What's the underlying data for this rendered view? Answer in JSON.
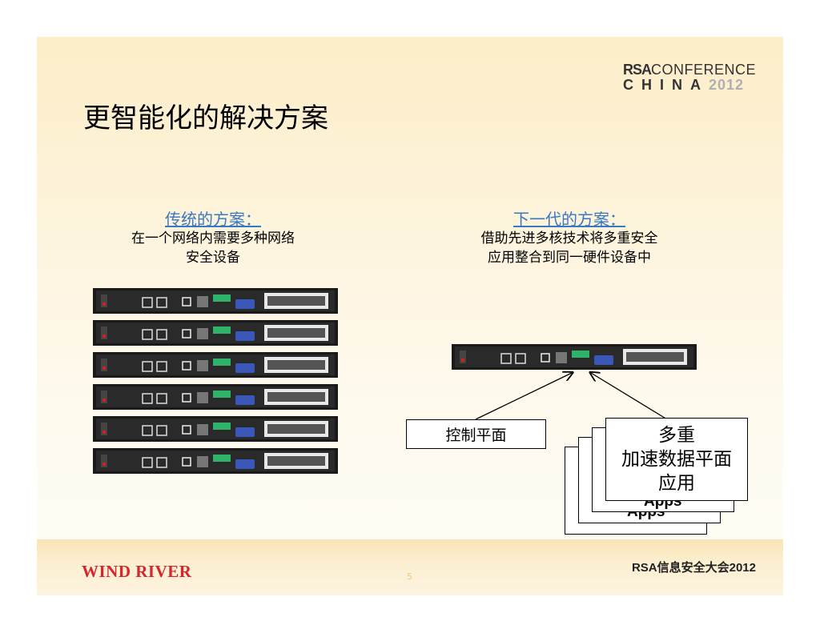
{
  "logo": {
    "line1_bold": "RSA",
    "line1_rest": "CONFERENCE",
    "line2_letters": "CHINA",
    "line2_year": "2012"
  },
  "title": "更智能化的解决方案",
  "left": {
    "heading": "传统的方案：",
    "desc_line1": "在一个网络内需要多种网络",
    "desc_line2": "安全设备"
  },
  "right": {
    "heading": "下一代的方案：",
    "desc_line1": "借助先进多核技术将多重安全",
    "desc_line2": "应用整合到同一硬件设备中"
  },
  "control_plane": "控制平面",
  "stack": {
    "back_label_1": "Apps",
    "back_label_2": "Apps",
    "front_line1": "多重",
    "front_line2": "加速数据平面",
    "front_line3": "应用"
  },
  "footer": {
    "company": "WIND RIVER",
    "page": "5",
    "event": "RSA信息安全大会2012"
  },
  "colors": {
    "heading": "#3b78c4",
    "brand_red": "#d8252b",
    "background": "#fdeec9"
  },
  "device_count_left": 6
}
